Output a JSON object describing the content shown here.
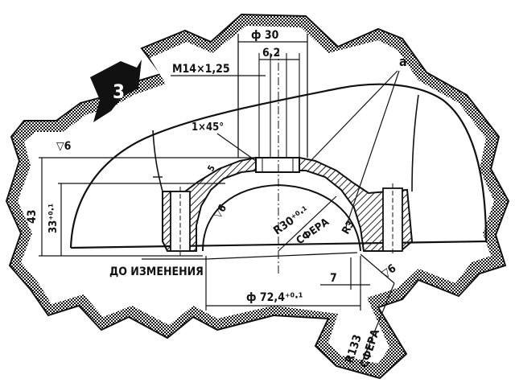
{
  "figure_number": "3",
  "labels": {
    "phi30": "ф 30",
    "d62": "6,2",
    "thread": "М14×1,25",
    "a": "а",
    "chamfer": "1×45°",
    "roughness_top": "▽6",
    "d43": "43",
    "d33": "33⁺⁰·¹",
    "d5": "5",
    "roughness_bore": "▽6",
    "sphere_r30": "R30⁺⁰·¹",
    "sphere_word": "СФЕРА",
    "r3": "R3",
    "before_change": "ДО ИЗМЕНЕНИЯ",
    "d7": "7",
    "roughness_right": "▽6",
    "phi72": "ф 72,4⁺⁰·¹",
    "r133": "R133",
    "sphere_word2": "СФЕРА"
  },
  "colors": {
    "ink": "#111111",
    "paper": "#ffffff",
    "hatch": "#222222"
  }
}
